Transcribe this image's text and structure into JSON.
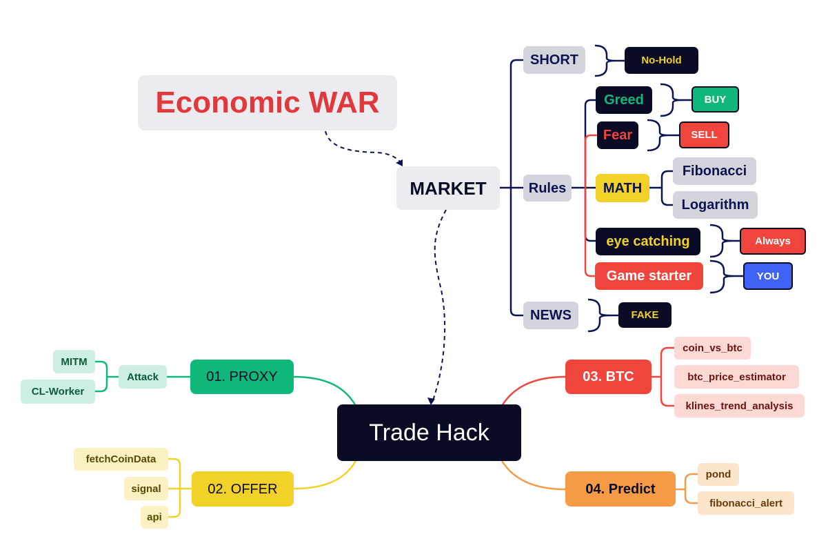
{
  "title": "Economic WAR",
  "market": "MARKET",
  "central": "Trade Hack",
  "market_branches": {
    "short": {
      "label": "SHORT",
      "tag": "No-Hold"
    },
    "rules": {
      "label": "Rules",
      "items": {
        "greed": {
          "label": "Greed",
          "tag": "BUY"
        },
        "fear": {
          "label": "Fear",
          "tag": "SELL"
        },
        "math": {
          "label": "MATH",
          "children": [
            "Fibonacci",
            "Logarithm"
          ]
        },
        "eye": {
          "label": "eye catching",
          "tag": "Always"
        },
        "game": {
          "label": "Game starter",
          "tag": "YOU"
        }
      }
    },
    "news": {
      "label": "NEWS",
      "tag": "FAKE"
    }
  },
  "branches": {
    "proxy": {
      "label": "01. PROXY",
      "sub": "Attack",
      "children": [
        "MITM",
        "CL-Worker"
      ]
    },
    "offer": {
      "label": "02. OFFER",
      "children": [
        "fetchCoinData",
        "signal",
        "api"
      ]
    },
    "btc": {
      "label": "03. BTC",
      "children": [
        "coin_vs_btc",
        "btc_price_estimator",
        "klines_trend_analysis"
      ]
    },
    "predict": {
      "label": "04. Predict",
      "children": [
        "pond",
        "fibonacci_alert"
      ]
    }
  },
  "colors": {
    "navy": "#0b1350",
    "title_red": "#e0383b",
    "proxy_green": "#10b77a",
    "offer_yellow": "#f2d128",
    "btc_red": "#f0453c",
    "predict_orange": "#f59a45",
    "you_blue": "#3f63f2"
  }
}
